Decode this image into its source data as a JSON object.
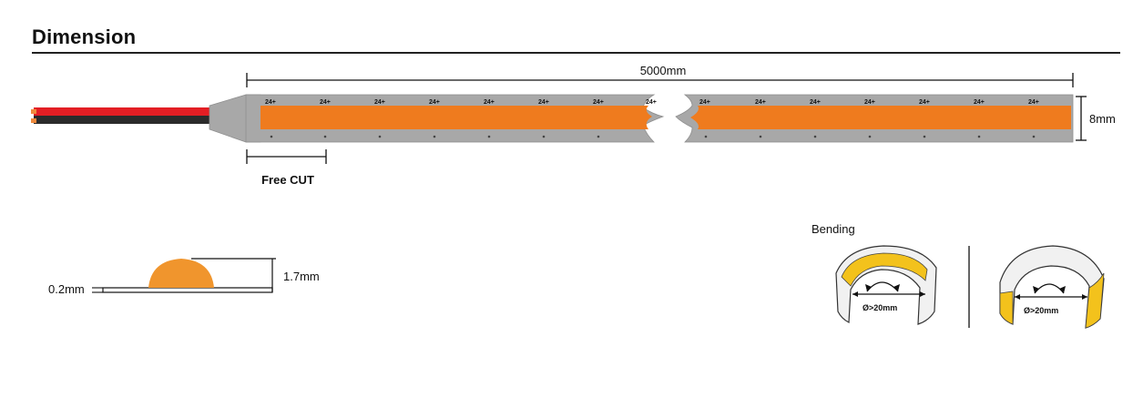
{
  "header": {
    "title": "Dimension"
  },
  "strip": {
    "length_label": "5000mm",
    "width_label": "8mm",
    "cut_label": "Free CUT",
    "marker_label": "24+",
    "colors": {
      "led": "#ef7b1e",
      "pcb": "#a8a8a8",
      "wire_red": "#e31e24",
      "wire_black": "#2b2b2b",
      "wire_tip": "#f08a3c"
    }
  },
  "profile": {
    "thickness_label": "1.7mm",
    "pcb_label": "0.2mm",
    "dome_color": "#f0952d"
  },
  "bending": {
    "label": "Bending",
    "left_diameter_label": "Ø>20mm",
    "right_diameter_label": "Ø>20mm",
    "yellow": "#f3c21c"
  }
}
